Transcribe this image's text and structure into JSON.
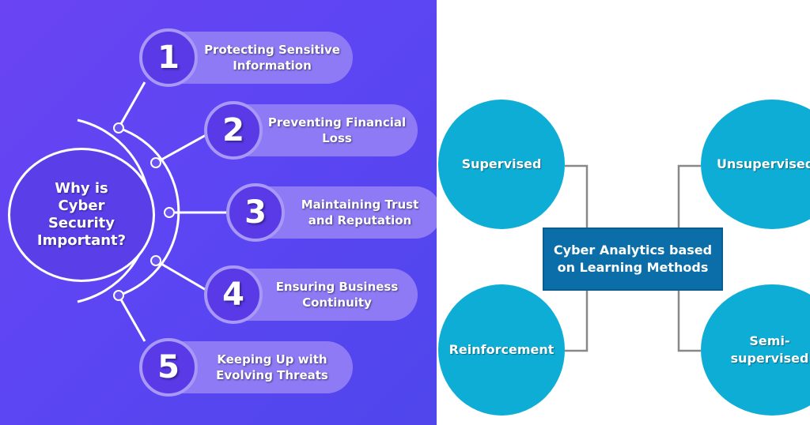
{
  "left_diagram": {
    "center_label": "Why is Cyber Security Important?",
    "items": [
      {
        "number": "1",
        "label": "Protecting Sensitive Information"
      },
      {
        "number": "2",
        "label": "Preventing Financial Loss"
      },
      {
        "number": "3",
        "label": "Maintaining Trust and Reputation"
      },
      {
        "number": "4",
        "label": "Ensuring Business Continuity"
      },
      {
        "number": "5",
        "label": "Keeping Up with Evolving Threats"
      }
    ],
    "colors": {
      "background": "#5d45f3",
      "pill": "#8f7af5",
      "badge": "#5a39e6",
      "line": "#ffffff"
    }
  },
  "right_diagram": {
    "hub_label": "Cyber Analytics  based on Learning Methods",
    "methods": [
      {
        "label": "Supervised"
      },
      {
        "label": "Unsupervised"
      },
      {
        "label": "Reinforcement"
      },
      {
        "label": "Semi-supervised"
      }
    ],
    "colors": {
      "circle": "#0eadd6",
      "hub": "#0b6ea8",
      "connector": "#888888"
    }
  }
}
